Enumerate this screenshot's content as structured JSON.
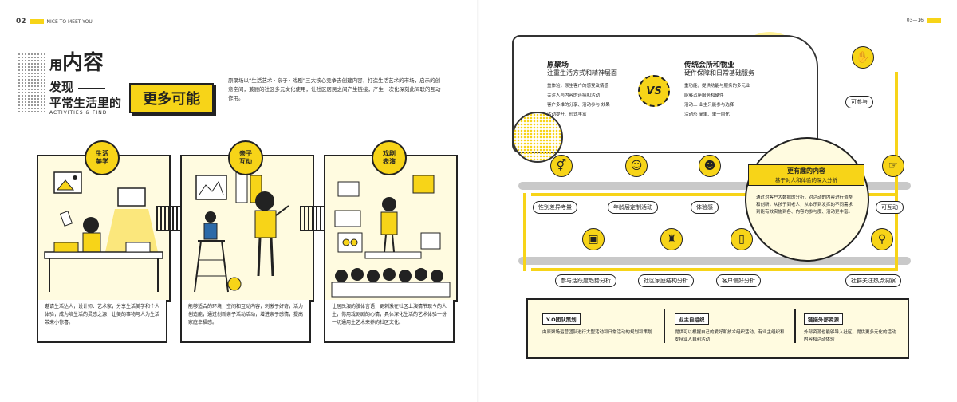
{
  "header": {
    "left_page_no": "02",
    "left_tag": "NICE TO MEET YOU",
    "right_page_no": "03—16"
  },
  "title": {
    "line1_prefix": "用",
    "line1_main": "内容",
    "line2": "发现",
    "line3": "平常生活里的",
    "highlight": "更多可能",
    "subtitle": "ACTIVITIES & FIND · · ·"
  },
  "intro": "原聚场以“生活艺术 · 亲子 · 戏剧”三大核心竞争去创建内容，打造生活艺术的市场，启示的创意空间，兼顾的社区多元文化使用，让社区居民之间产生链接，产生一次化深刻此间联的互动作用。",
  "panels": [
    {
      "badge": "生活\n美学",
      "caption": "邀请生活达人，设计师、艺术家，分享生活美学和个人体验，成为培生活的灵感之源，让美的事物与人为生活带来小惊喜。"
    },
    {
      "badge": "亲子\n互动",
      "caption": "能够适合的环境，空间和互动内容，刺激子好奇，活力创造能，通过创新亲子活动活动，增进亲子感情，提高家庭幸福感。"
    },
    {
      "badge": "戏剧\n表演",
      "caption": "让居民演的肢体言语，更刺激在社区上演情节现今的人生，你用戏剧剧的心情，具体深化生活的艺术体验一份一切通用生艺术来养的社区文化。"
    }
  ],
  "compare": {
    "left_title": "原聚场",
    "left_sub": "注重生活方式和精神层面",
    "left_items": [
      "重体验，原生客户的感受及情感",
      "关注人与内容的连接和活动",
      "客户多维的分享、活动参与 效果",
      "活动提升、形式丰富"
    ],
    "vs": "VS",
    "right_title": "传统会所和物业",
    "right_sub": "硬件保障和日常基础服务",
    "right_items": [
      "重功能，提供功能与服务的多元业",
      "能够占座服务和硬件",
      "活动上 业主只能参与选择",
      "活动形 简单、单一固化"
    ]
  },
  "features": [
    {
      "label": "可参与",
      "icon": "hand-icon"
    },
    {
      "label": "性别差异考量",
      "icon": "couple-icon"
    },
    {
      "label": "年龄层定制活动",
      "icon": "people-icon"
    },
    {
      "label": "体验感",
      "icon": "smile-icon"
    },
    {
      "label": "可互动",
      "icon": "interact-icon"
    },
    {
      "label": "参与活跃度趋势分析",
      "icon": "monitor-icon"
    },
    {
      "label": "社区家庭结构分析",
      "icon": "family-icon"
    },
    {
      "label": "客户偏好分析",
      "icon": "phone-icon"
    },
    {
      "label": "社群关注热点洞察",
      "icon": "magnifier-icon"
    }
  ],
  "center": {
    "title": "更有趣的内容",
    "sub": "基于对人和体验的深入分析",
    "body": "通过对客户大数据的分析，对活动的内容进行调整和创新，从孩子到老人，从本乐到发挥的不同需求到能有效实施到各、内容的参与度、活动更丰富。"
  },
  "bottom": [
    {
      "tag": "Y.O团队策划",
      "text": "由原聚场运营团队进行大型活动和日常活动的规划和策划"
    },
    {
      "tag": "业主自组织",
      "text": "提供可以根据自己的爱好和技术组织活动，有业主组织和支持业人自利活动"
    },
    {
      "tag": "链接外部资源",
      "text": "外部资源也能够导入社区，提供更多元化的活动内容和活动体验"
    }
  ]
}
